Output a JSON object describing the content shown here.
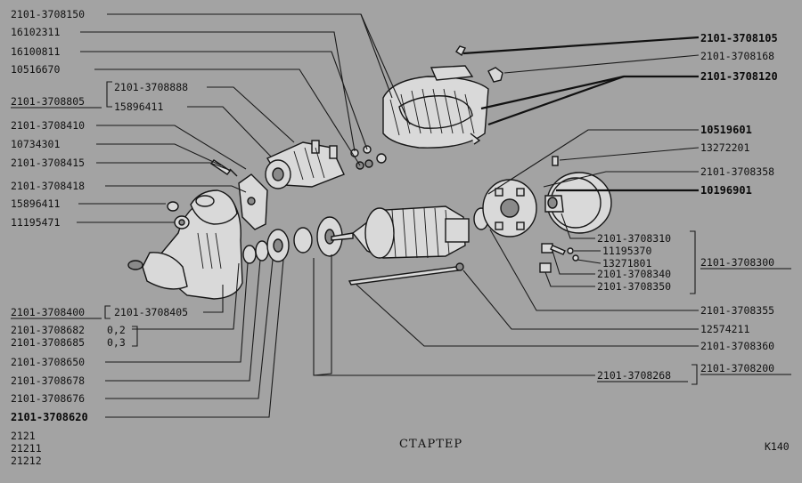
{
  "title": "СТАРТЕР",
  "sheet": "К140",
  "models": [
    "2121",
    "21211",
    "21212"
  ],
  "labels_left": [
    "2101-3708150",
    "16102311",
    "16100811",
    "10516670",
    "2101-3708805",
    "2101-3708888",
    "15896411",
    "2101-3708410",
    "10734301",
    "2101-3708415",
    "2101-3708418",
    "15896411",
    "11195471",
    "2101-3708400",
    "2101-3708405",
    "2101-3708682",
    "2101-3708685",
    "0,2",
    "0,3",
    "2101-3708650",
    "2101-3708678",
    "2101-3708676",
    "2101-3708620"
  ],
  "labels_right": [
    "2101-3708105",
    "2101-3708168",
    "2101-3708120",
    "10519601",
    "13272201",
    "2101-3708358",
    "10196901",
    "2101-3708310",
    "11195370",
    "13271801",
    "2101-3708300",
    "2101-3708340",
    "2101-3708350",
    "2101-3708355",
    "12574211",
    "2101-3708360",
    "2101-3708268",
    "2101-3708200"
  ]
}
